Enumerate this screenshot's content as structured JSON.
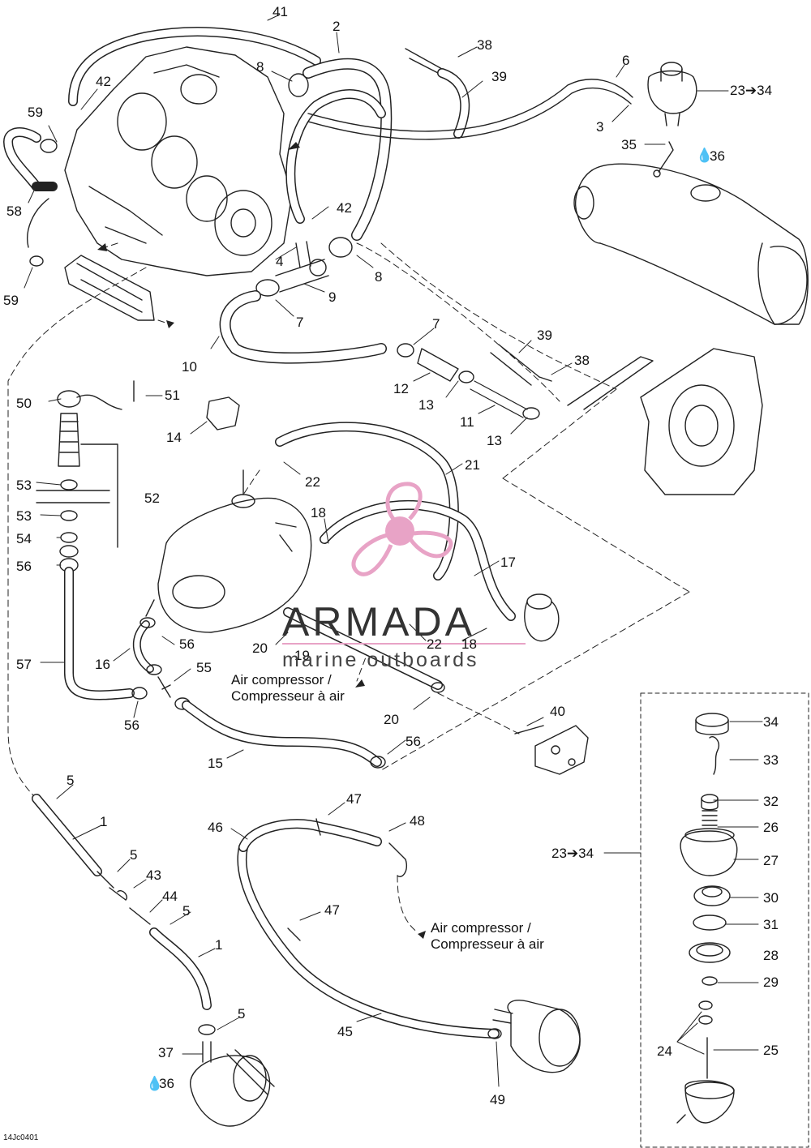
{
  "diagram": {
    "callouts": {
      "c41": "41",
      "c2": "2",
      "c38a": "38",
      "c6": "6",
      "c42a": "42",
      "c8a": "8",
      "c39a": "39",
      "c23a": "23➔34",
      "c59a": "59",
      "c3": "3",
      "c35": "35",
      "c36a": "36",
      "c58": "58",
      "c42b": "42",
      "c4": "4",
      "c8b": "8",
      "c59b": "59",
      "c9": "9",
      "c7a": "7",
      "c7b": "7",
      "c39b": "39",
      "c10": "10",
      "c38b": "38",
      "c12": "12",
      "c13a": "13",
      "c11": "11",
      "c13b": "13",
      "c50": "50",
      "c51": "51",
      "c14": "14",
      "c22a": "22",
      "c21": "21",
      "c53a": "53",
      "c52": "52",
      "c18a": "18",
      "c53b": "53",
      "c54": "54",
      "c17": "17",
      "c56a": "56",
      "c20a": "20",
      "c22b": "22",
      "c18b": "18",
      "c19": "19",
      "c57": "57",
      "c16": "16",
      "c56b": "56",
      "c55": "55",
      "c56c": "56",
      "c20b": "20",
      "c40": "40",
      "c15": "15",
      "c56d": "56",
      "c34": "34",
      "c33": "33",
      "c5a": "5",
      "c47a": "47",
      "c32": "32",
      "c1a": "1",
      "c48": "48",
      "c46": "46",
      "c26": "26",
      "c23b": "23➔34",
      "c5b": "5",
      "c27": "27",
      "c43": "43",
      "c44": "44",
      "c30": "30",
      "c5c": "5",
      "c47b": "47",
      "c31": "31",
      "c1b": "1",
      "c28": "28",
      "c29": "29",
      "c5d": "5",
      "c45": "45",
      "c37": "37",
      "c24": "24",
      "c25": "25",
      "c36b": "36",
      "c49": "49"
    },
    "notes": {
      "air1_en": "Air compressor /",
      "air1_fr": "Compresseur à air",
      "air2_en": "Air compressor /",
      "air2_fr": "Compresseur à air"
    },
    "figure_code": "14Jc0401",
    "drop_icon": "oil-drop-icon",
    "line_color": "#222222"
  },
  "watermark": {
    "brand": "ARMADA",
    "tagline": "marine outboards",
    "accent_color": "#e8a3c6",
    "icon": "propeller-icon"
  }
}
